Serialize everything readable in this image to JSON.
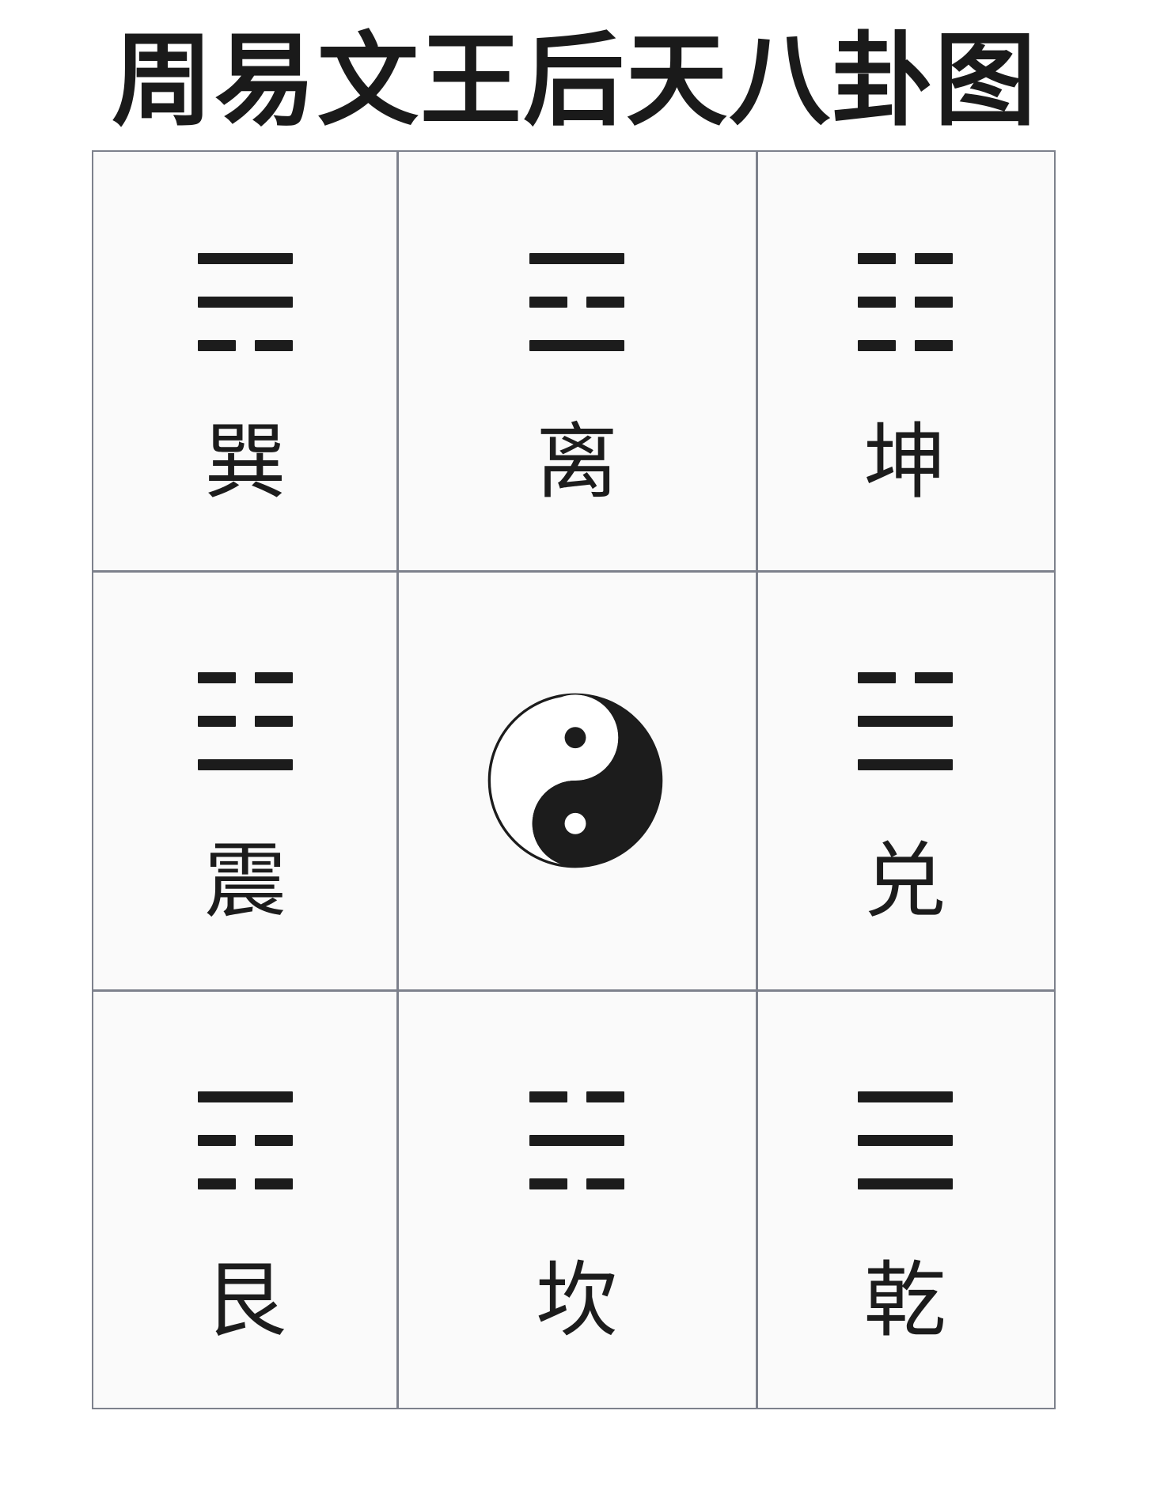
{
  "title": "周易文王后天八卦图",
  "grid": {
    "rows": [
      [
        {
          "name": "巽",
          "lines_top_to_bottom": [
            "yang",
            "yang",
            "yin"
          ]
        },
        {
          "name": "离",
          "lines_top_to_bottom": [
            "yang",
            "yin",
            "yang"
          ]
        },
        {
          "name": "坤",
          "lines_top_to_bottom": [
            "yin",
            "yin",
            "yin"
          ]
        }
      ],
      [
        {
          "name": "震",
          "lines_top_to_bottom": [
            "yin",
            "yin",
            "yang"
          ]
        },
        {
          "center": "taiji-icon"
        },
        {
          "name": "兑",
          "lines_top_to_bottom": [
            "yin",
            "yang",
            "yang"
          ]
        }
      ],
      [
        {
          "name": "艮",
          "lines_top_to_bottom": [
            "yang",
            "yin",
            "yin"
          ]
        },
        {
          "name": "坎",
          "lines_top_to_bottom": [
            "yin",
            "yang",
            "yin"
          ]
        },
        {
          "name": "乾",
          "lines_top_to_bottom": [
            "yang",
            "yang",
            "yang"
          ]
        }
      ]
    ]
  },
  "colors": {
    "ink": "#1c1c1c",
    "grid_line": "#7d818c",
    "cell_background": "#fafafa"
  }
}
